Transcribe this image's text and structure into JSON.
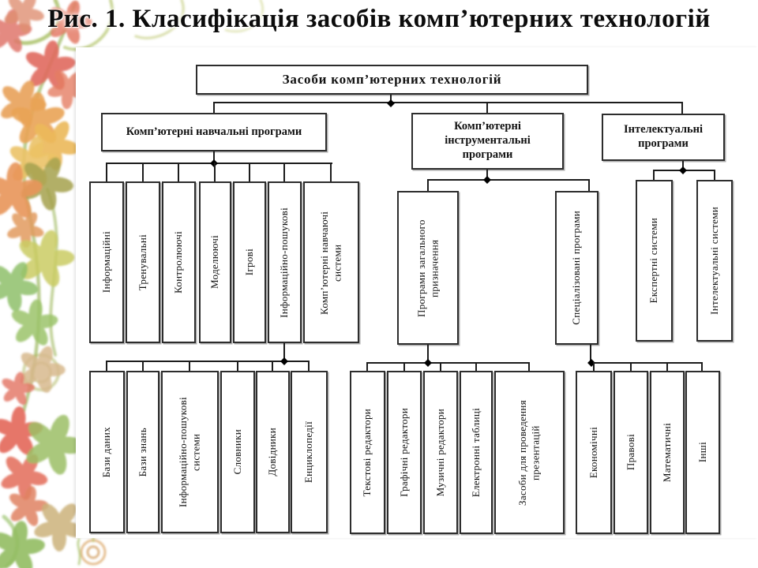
{
  "title": "Рис. 1. Класифікація засобів комп’ютерних технологій",
  "diagram": {
    "root": "Засоби комп’ютерних технологій",
    "branches": {
      "learning": "Комп’ютерні навчальні програми",
      "instrumental": "Комп’ютерні інструментальні програми",
      "intellectual": "Інтелектуальні програми"
    },
    "learning_types": [
      "Інформаційні",
      "Тренувальні",
      "Контролюючі",
      "Моделюючі",
      "Ігрові",
      "Інформаційно-пошукові",
      "Комп’ютерні навчаючі системи"
    ],
    "search_types": [
      "Бази даних",
      "Бази знань",
      "Інформаційно-пошукові системи",
      "Словники",
      "Довідники",
      "Енциклопедії"
    ],
    "instrumental_types": [
      "Програми загального призначення",
      "Спеціалізовані програми"
    ],
    "general_purpose_types": [
      "Текстові редактори",
      "Графічні редактори",
      "Музичні редактори",
      "Електронні таблиці",
      "Засоби для проведення презентацій"
    ],
    "specialized_types": [
      "Економічні",
      "Правові",
      "Математичні",
      "Інші"
    ],
    "intellectual_types": [
      "Експертні системи",
      "Інтелектуальні системи"
    ],
    "style": {
      "ink": "#1c1c1c",
      "box_border": "#2d2d2d"
    }
  }
}
